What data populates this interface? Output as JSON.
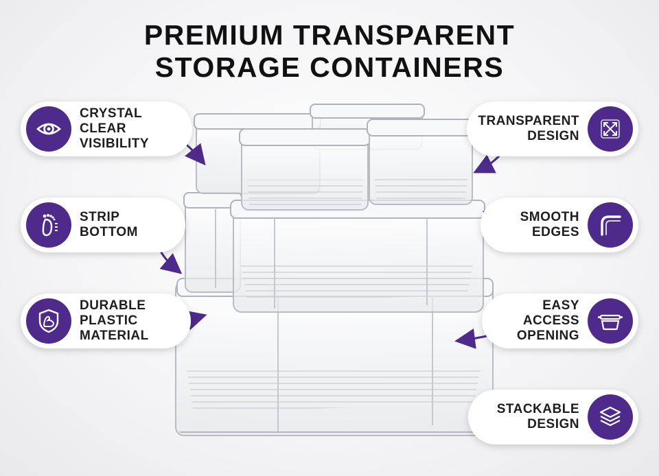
{
  "title": {
    "line1": "PREMIUM TRANSPARENT",
    "line2": "STORAGE CONTAINERS"
  },
  "features": {
    "crystal": {
      "line1": "CRYSTAL",
      "line2": "CLEAR",
      "line3": "VISIBILITY",
      "icon": "eye-icon"
    },
    "strip": {
      "line1": "STRIP",
      "line2": "BOTTOM",
      "icon": "foot-icon"
    },
    "durable": {
      "line1": "DURABLE",
      "line2": "PLASTIC",
      "line3": "MATERIAL",
      "icon": "shield-arm-icon"
    },
    "transparent": {
      "line1": "TRANSPARENT",
      "line2": "DESIGN",
      "icon": "expand-arrows-icon"
    },
    "smooth": {
      "line1": "SMOOTH",
      "line2": "EDGES",
      "icon": "rounded-corner-icon"
    },
    "easy": {
      "line1": "EASY",
      "line2": "ACCESS",
      "line3": "OPENING",
      "icon": "open-container-icon"
    },
    "stackable": {
      "line1": "STACKABLE",
      "line2": "DESIGN",
      "icon": "stacked-layers-icon"
    }
  },
  "colors": {
    "accent": "#4e2a8a",
    "text": "#111111",
    "pill": "#ffffff"
  }
}
